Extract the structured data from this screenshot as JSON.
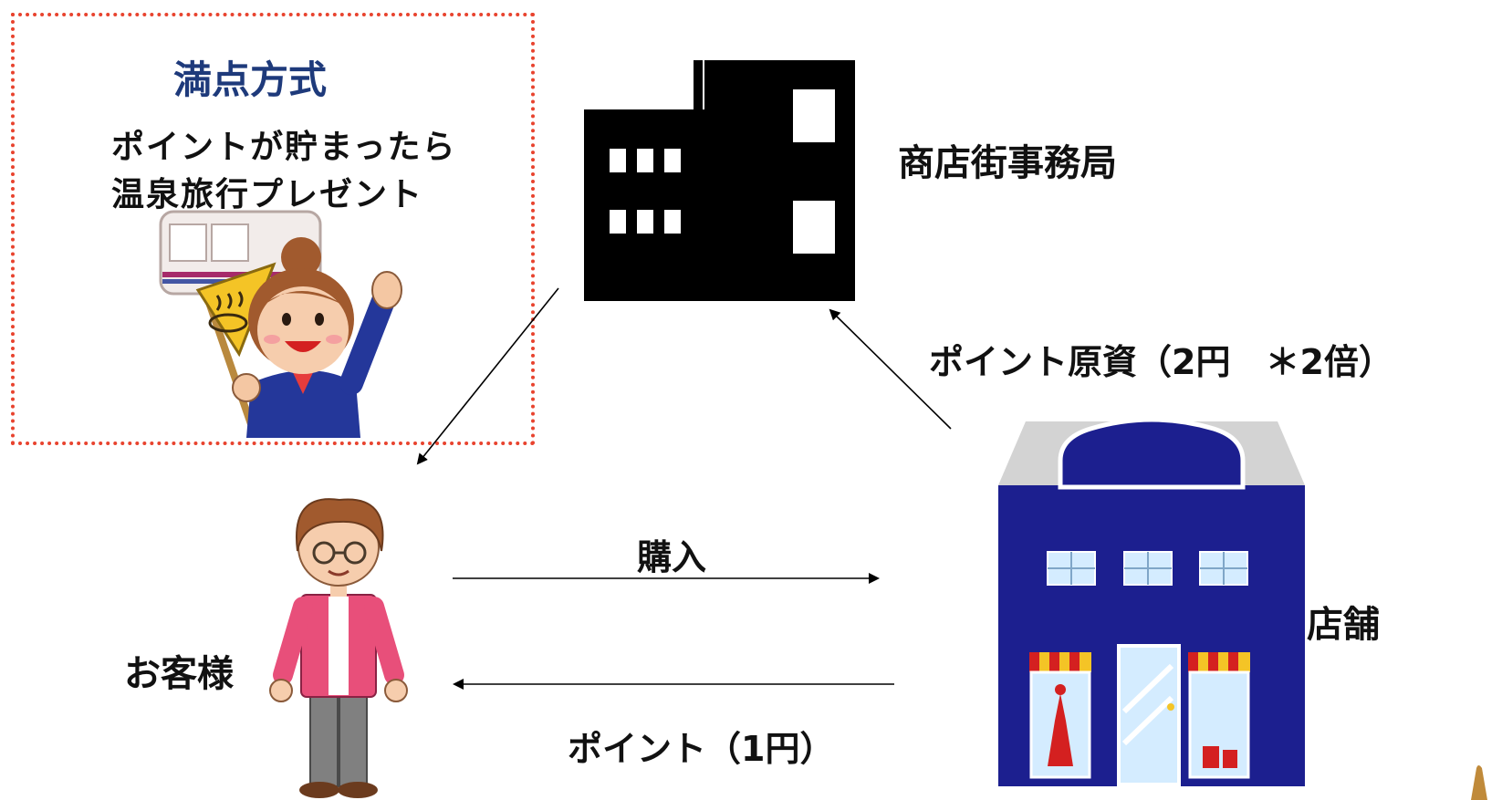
{
  "box": {
    "title": "満点方式",
    "line1": "ポイントが貯まったら",
    "line2": "温泉旅行プレゼント"
  },
  "nodes": {
    "office": "商店街事務局",
    "store": "店舗",
    "customer": "お客様"
  },
  "flows": {
    "funds": "ポイント原資（2円　＊2倍）",
    "purchase": "購入",
    "point": "ポイント（1円）"
  },
  "colors": {
    "box_border": "#e8432e",
    "box_title": "#1e3a7b",
    "store_body": "#1c1f8f",
    "store_roof": "#d3d3d3",
    "building": "#000000"
  },
  "icons": {
    "office": "office-building-icon",
    "store": "storefront-icon",
    "customer": "customer-person-icon",
    "guide": "onsen-tour-guide-icon"
  }
}
